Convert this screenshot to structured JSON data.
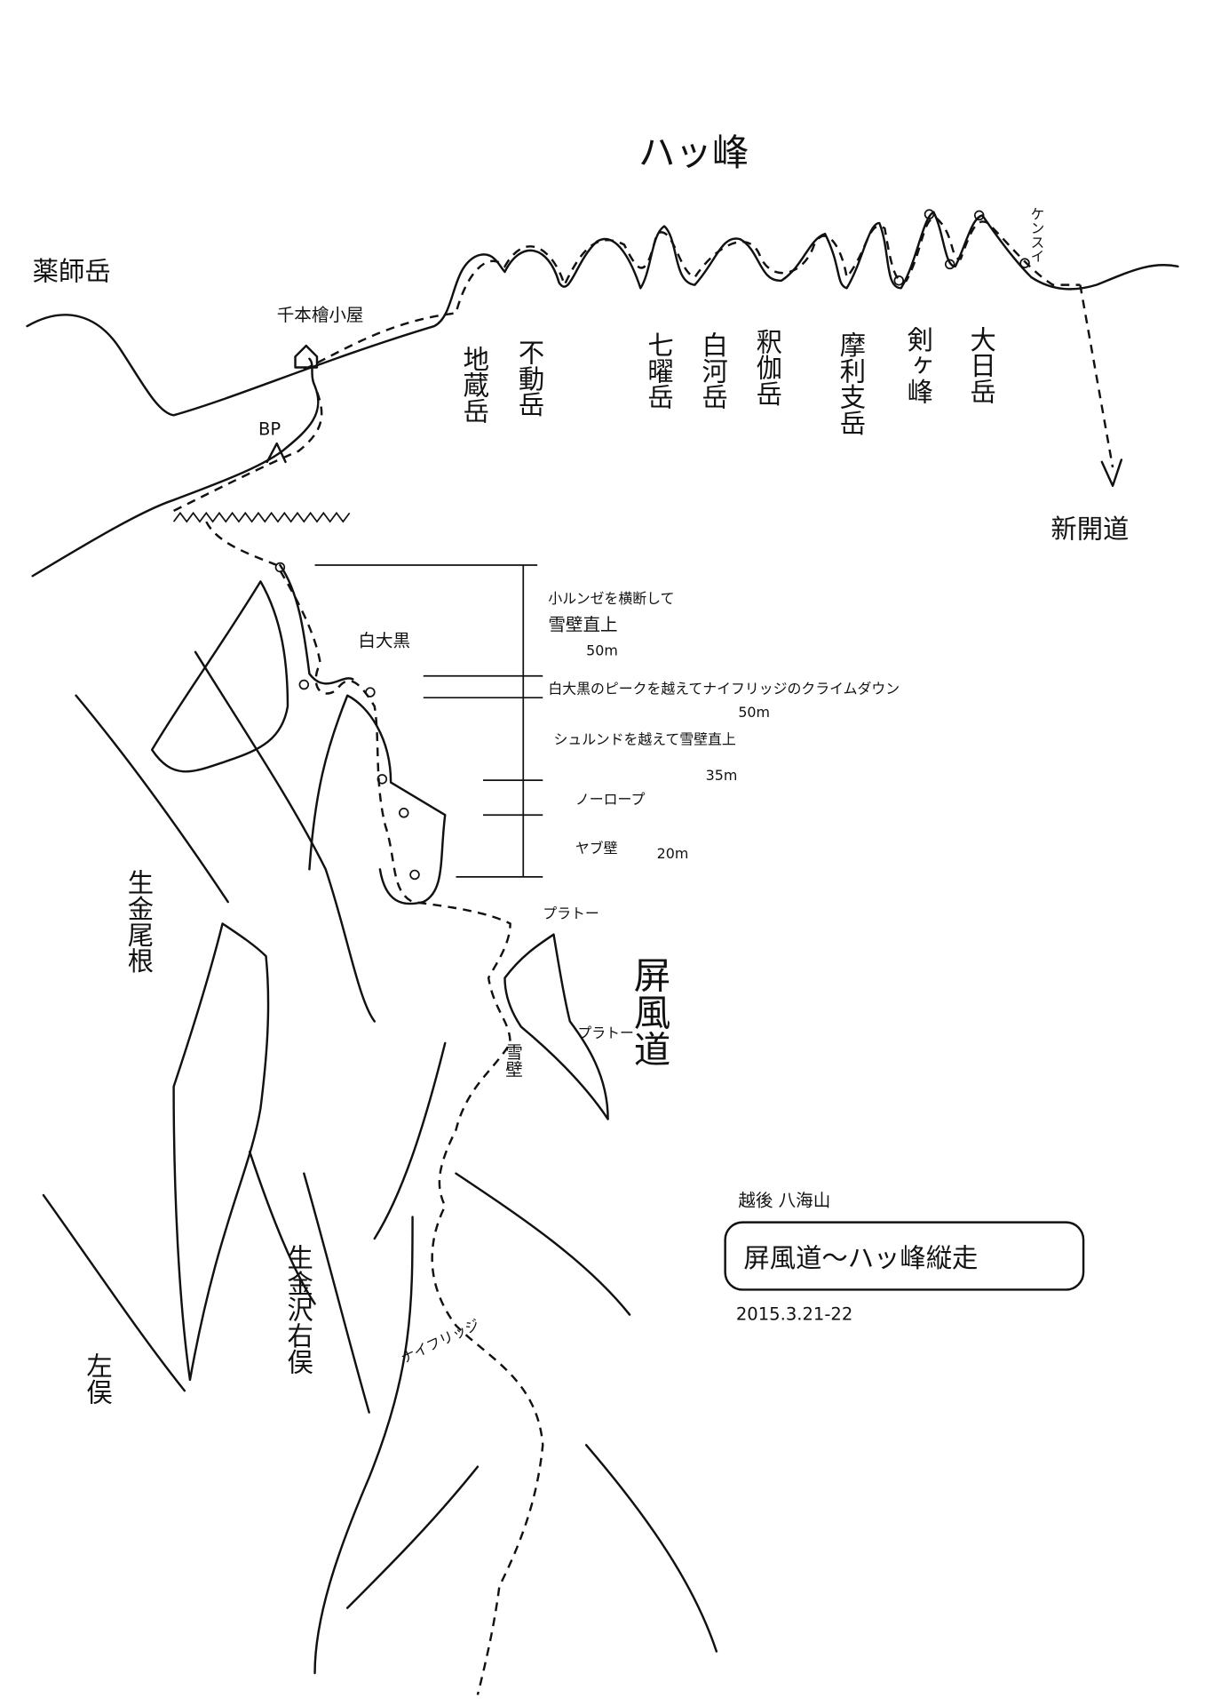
{
  "map": {
    "title_main": "ハッ峰",
    "peaks": [
      "地蔵岳",
      "不動岳",
      "七曜岳",
      "白河岳",
      "釈伽岳",
      "摩利支岳",
      "剣ヶ峰",
      "大日岳"
    ],
    "labels": {
      "yakushi": "薬師岳",
      "hut": "千本檜小屋",
      "bp": "BP",
      "kensui": "ケンスイ",
      "shinkaido": "新開道",
      "shiradaikoku": "白大黒",
      "ikiganeone": "生金尾根",
      "byobumichi": "屏風道",
      "setsuheki": "雪壁",
      "plateau1": "プラトー",
      "plateau2": "プラトー",
      "knife": "ナイフリッジ",
      "sawa": "生金沢右俣",
      "hidarimata": "左俣"
    },
    "pitches": [
      {
        "desc1": "小ルンゼを横断して",
        "desc2": "雪壁直上",
        "length": "50m"
      },
      {
        "desc1": "白大黒のピークを越えてナイフリッジのクライムダウン",
        "length": "50m"
      },
      {
        "desc1": "シュルンドを越えて雪壁直上",
        "length": "35m"
      },
      {
        "desc1": "ノーロープ"
      },
      {
        "desc1": "ヤブ壁",
        "length": "20m"
      }
    ],
    "caption": {
      "region": "越後 八海山",
      "route": "屏風道～ハッ峰縦走",
      "date": "2015.3.21-22"
    }
  }
}
